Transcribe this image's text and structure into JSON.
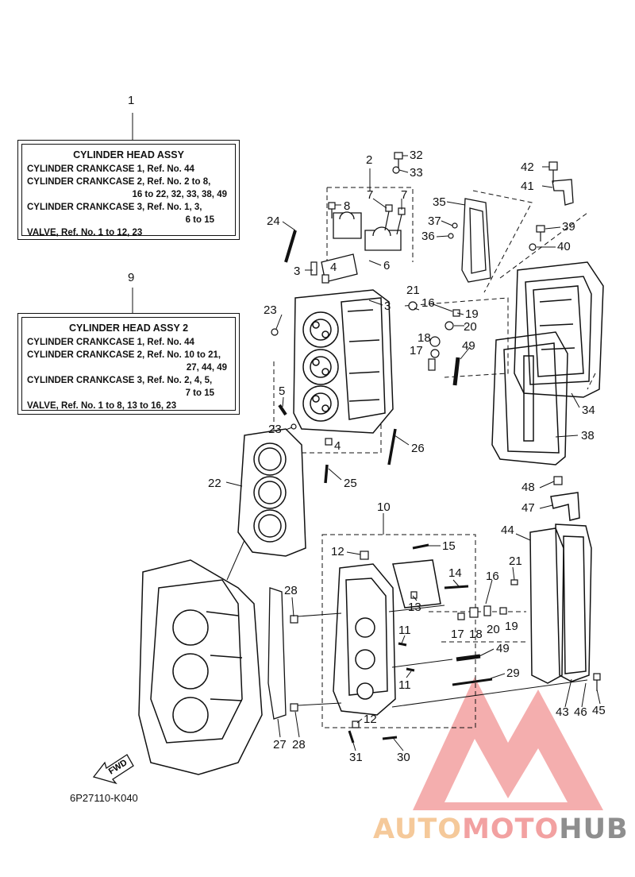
{
  "legend_boxes": [
    {
      "ref": "1",
      "title": "CYLINDER HEAD ASSY",
      "lines": [
        "CYLINDER CRANKCASE 1,  Ref. No. 44",
        "CYLINDER CRANKCASE 2,  Ref. No. 2 to 8,",
        "16 to 22, 32, 33, 38, 49",
        "CYLINDER CRANKCASE 3,  Ref. No. 1, 3,",
        "6 to 15",
        "VALVE,  Ref. No. 1 to 12, 23"
      ]
    },
    {
      "ref": "9",
      "title": "CYLINDER HEAD ASSY 2",
      "lines": [
        "CYLINDER CRANKCASE 1,  Ref. No. 44",
        "CYLINDER CRANKCASE 2,  Ref. No. 10 to 21,",
        "27, 44, 49",
        "CYLINDER CRANKCASE 3,  Ref. No. 2, 4, 5,",
        "7 to 15",
        "VALVE,  Ref. No. 1 to 8, 13 to 16, 23"
      ]
    }
  ],
  "callouts": {
    "c2": "2",
    "c32": "32",
    "c33": "33",
    "c7a": "7",
    "c7b": "7",
    "c8": "8",
    "c24": "24",
    "c3a": "3",
    "c4a": "4",
    "c6": "6",
    "c3b": "3",
    "c23a": "23",
    "c21a": "21",
    "c16a": "16",
    "c19a": "19",
    "c20a": "20",
    "c18a": "18",
    "c17a": "17",
    "c49a": "49",
    "c35": "35",
    "c37": "37",
    "c36": "36",
    "c42": "42",
    "c41": "41",
    "c39": "39",
    "c40": "40",
    "c34": "34",
    "c38": "38",
    "c5": "5",
    "c23b": "23",
    "c4b": "4",
    "c26": "26",
    "c25": "25",
    "c22": "22",
    "c10": "10",
    "c12a": "12",
    "c15": "15",
    "c14": "14",
    "c13": "13",
    "c28a": "28",
    "c11a": "11",
    "c11b": "11",
    "c16b": "16",
    "c21b": "21",
    "c17b": "17",
    "c18b": "18",
    "c20b": "20",
    "c19b": "19",
    "c49b": "49",
    "c29": "29",
    "c48": "48",
    "c47": "47",
    "c44": "44",
    "c43": "43",
    "c46": "46",
    "c45": "45",
    "c12b": "12",
    "c27": "27",
    "c28b": "28",
    "c31": "31",
    "c30": "30"
  },
  "fwd_label": "FWD",
  "diagram_code": "6P27110-K040",
  "watermark": {
    "part1": "AUTO",
    "part2": "MOTO",
    "part3": "HUB"
  },
  "colors": {
    "line": "#111111",
    "watermark_red": "#f2a1a1",
    "watermark_orange": "#f5c99a",
    "watermark_gray": "#8e8e8e"
  }
}
